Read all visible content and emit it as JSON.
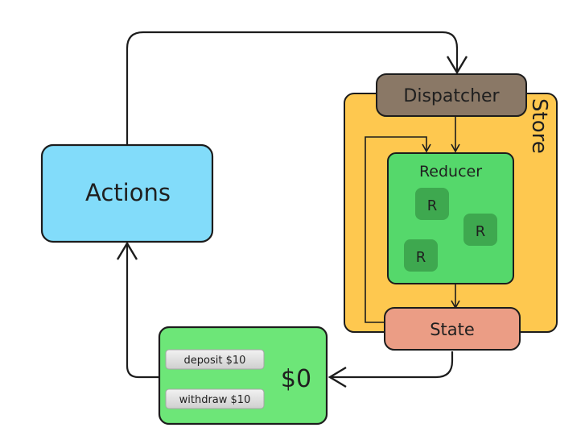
{
  "nodes": {
    "actions": "Actions",
    "dispatcher": "Dispatcher",
    "store": "Store",
    "reducer": "Reducer",
    "reducer_items": [
      "R",
      "R",
      "R"
    ],
    "state": "State"
  },
  "view": {
    "deposit_button": "deposit $10",
    "withdraw_button": "withdraw $10",
    "balance": "$0"
  },
  "colors": {
    "actions": "#82dcfa",
    "dispatcher": "#8a7866",
    "store": "#fec84f",
    "reducer": "#55d86b",
    "reducer_item": "#3ea84f",
    "state": "#eb9d85",
    "view": "#6de678",
    "button": "#e0e0e0",
    "stroke": "#1c1c1c"
  }
}
